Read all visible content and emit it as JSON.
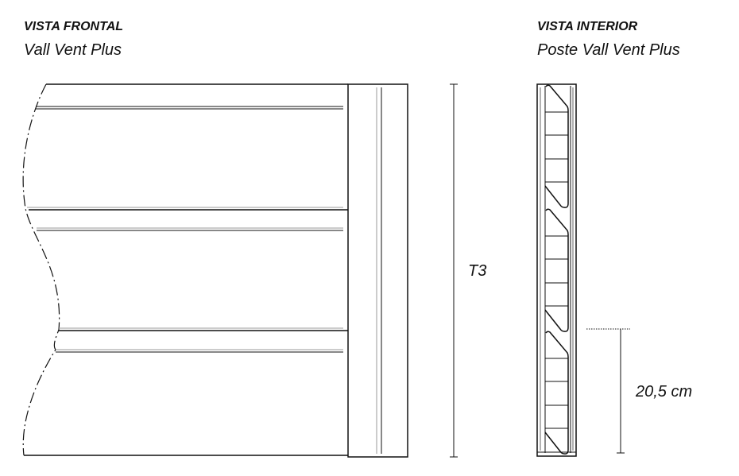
{
  "front": {
    "heading": "VISTA FRONTAL",
    "subtitle": "Vall Vent Plus",
    "dimension_label": "T3"
  },
  "interior": {
    "heading": "VISTA INTERIOR",
    "subtitle": "Poste Vall Vent Plus",
    "dimension_label": "20,5 cm"
  },
  "colors": {
    "line": "#111111",
    "gray": "#999999"
  }
}
